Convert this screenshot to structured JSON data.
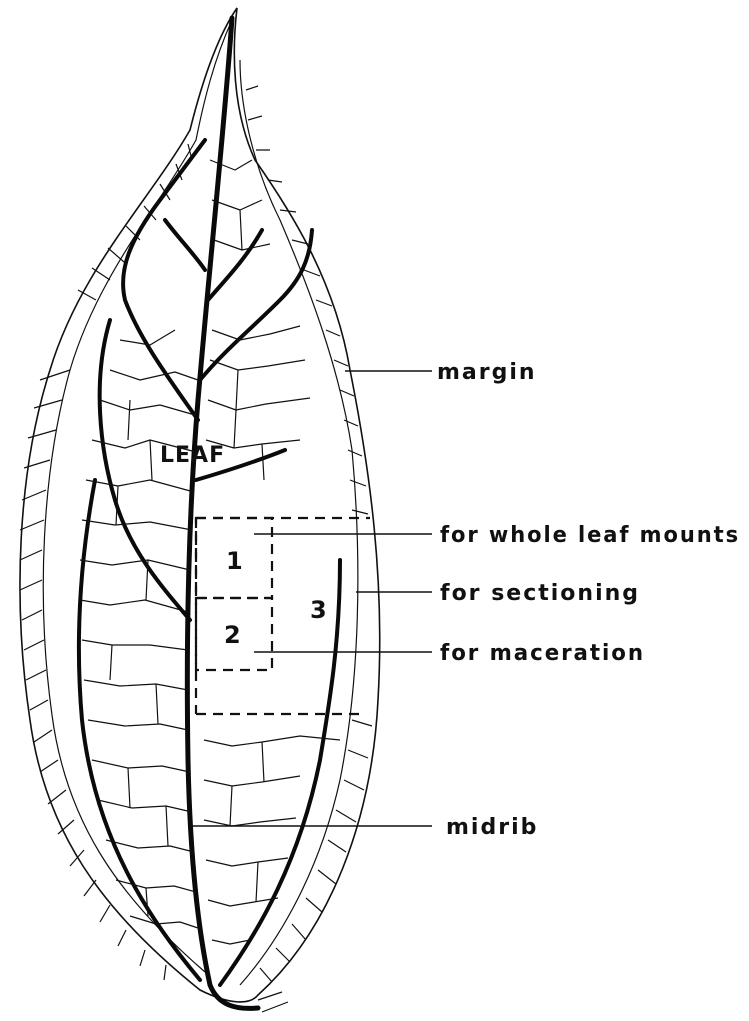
{
  "figure": {
    "leaf_label": "LEAF",
    "labels": {
      "margin": "margin",
      "whole_leaf": "for whole leaf mounts",
      "sectioning": "for sectioning",
      "maceration": "for maceration",
      "midrib": "midrib"
    },
    "boxes": {
      "one": "1",
      "two": "2",
      "three": "3"
    }
  }
}
